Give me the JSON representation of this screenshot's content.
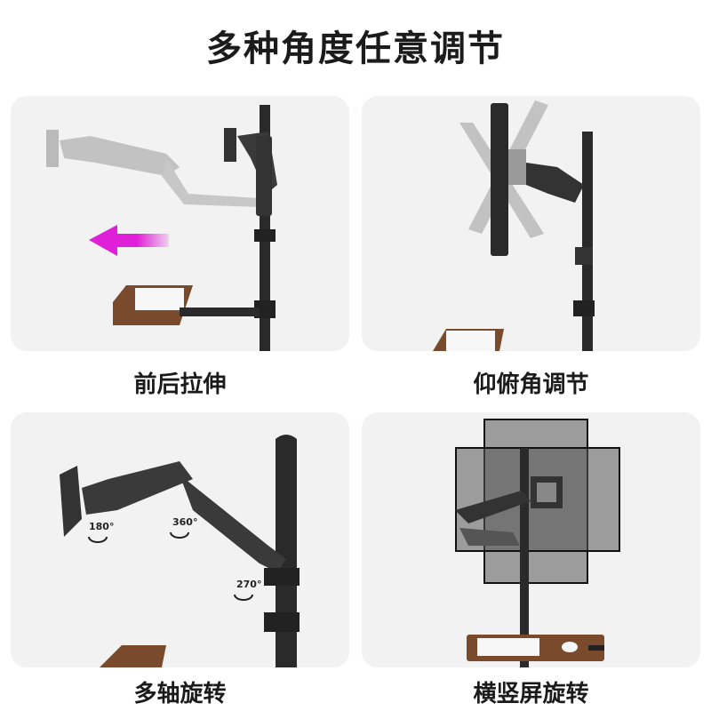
{
  "header": {
    "title": "多种角度任意调节"
  },
  "panels": [
    {
      "caption": "前后拉伸"
    },
    {
      "caption": "仰俯角调节"
    },
    {
      "caption": "多轴旋转",
      "rotations": [
        "180°",
        "360°",
        "270°"
      ]
    },
    {
      "caption": "横竖屏旋转"
    }
  ],
  "colors": {
    "arrow": "#e020d8",
    "panel_bg": "#f2f2f2",
    "pole": "#2a2a2a",
    "tray": "#7a4a2c"
  }
}
